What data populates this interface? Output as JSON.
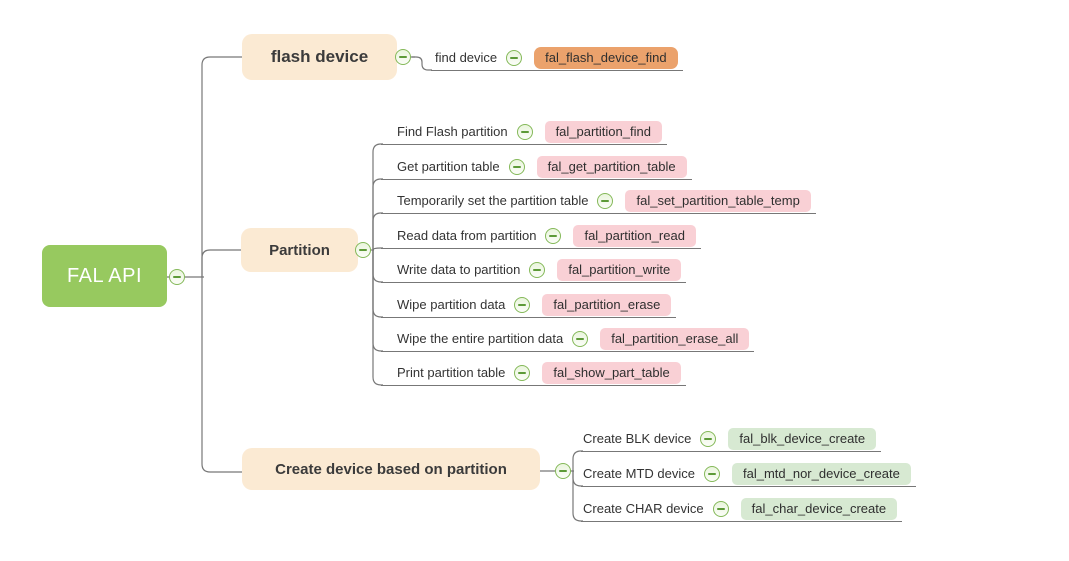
{
  "root": {
    "label": "FAL API"
  },
  "branches": [
    {
      "label": "flash device",
      "children": [
        {
          "label": "find device",
          "api": "fal_flash_device_find"
        }
      ]
    },
    {
      "label": "Partition",
      "children": [
        {
          "label": "Find Flash partition",
          "api": "fal_partition_find"
        },
        {
          "label": "Get partition table",
          "api": "fal_get_partition_table"
        },
        {
          "label": "Temporarily set the partition table",
          "api": "fal_set_partition_table_temp"
        },
        {
          "label": "Read data from partition",
          "api": "fal_partition_read"
        },
        {
          "label": "Write data to partition",
          "api": "fal_partition_write"
        },
        {
          "label": "Wipe partition data",
          "api": "fal_partition_erase"
        },
        {
          "label": "Wipe the entire partition data",
          "api": "fal_partition_erase_all"
        },
        {
          "label": "Print partition table",
          "api": "fal_show_part_table"
        }
      ]
    },
    {
      "label": "Create device based on partition",
      "children": [
        {
          "label": "Create BLK device",
          "api": "fal_blk_device_create"
        },
        {
          "label": "Create MTD device",
          "api": "fal_mtd_nor_device_create"
        },
        {
          "label": "Create CHAR device",
          "api": "fal_char_device_create"
        }
      ]
    }
  ],
  "icons": {
    "collapse": "minus-circle"
  },
  "colors": {
    "root_bg": "#97C95F",
    "root_text": "#FFFFFF",
    "branch_bg": "#FBEAD3",
    "api_orange": "#EBA26C",
    "api_pink": "#F9D0D5",
    "api_green": "#D7E9D2",
    "connector": "#777777",
    "icon_ring_green": "#85B95A",
    "icon_minus_green": "#5D9A38"
  }
}
